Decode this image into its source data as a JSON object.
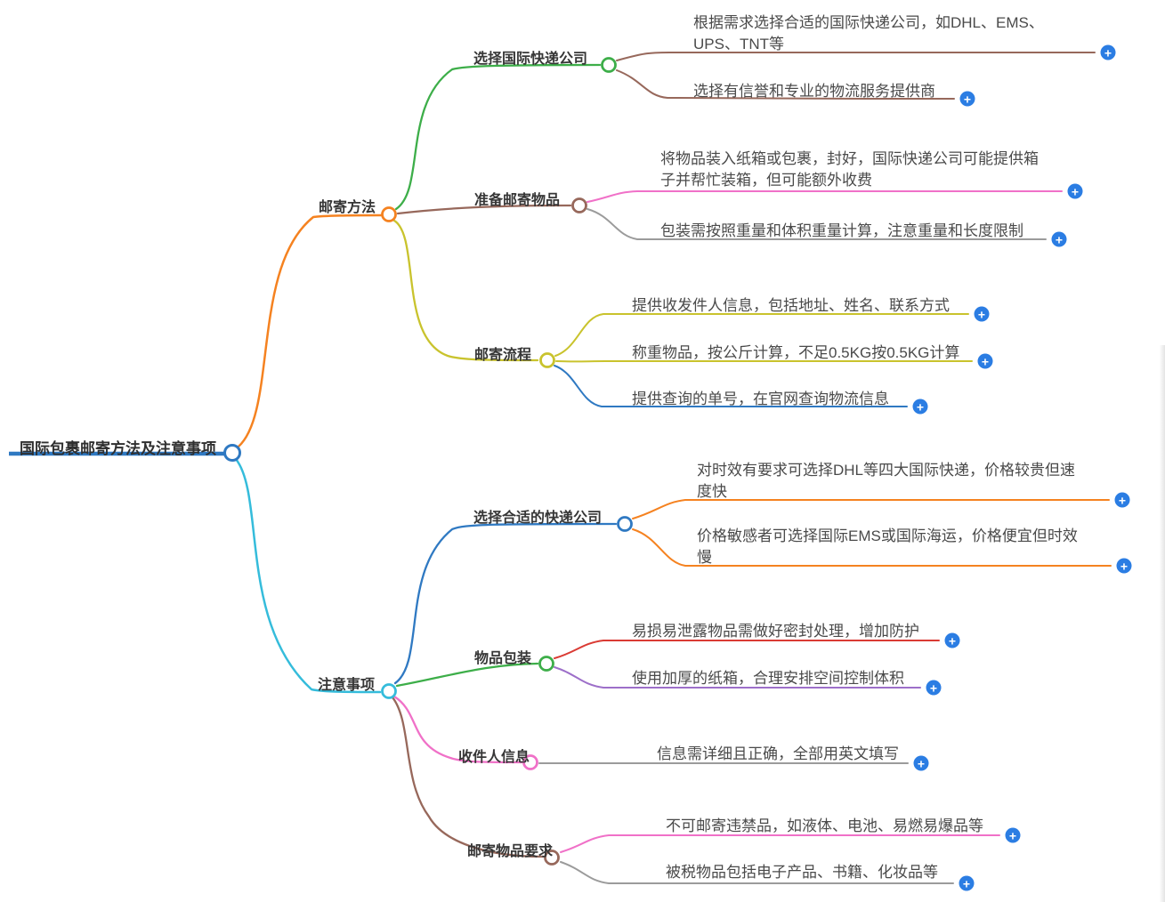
{
  "mindmap": {
    "root": {
      "label": "国际包裹邮寄方法及注意事项"
    },
    "branches": [
      {
        "label": "邮寄方法",
        "topics": [
          {
            "label": "选择国际快递公司",
            "leaves": [
              {
                "text": "根据需求选择合适的国际快递公司，如DHL、EMS、\nUPS、TNT等"
              },
              {
                "text": "选择有信誉和专业的物流服务提供商"
              }
            ]
          },
          {
            "label": "准备邮寄物品",
            "leaves": [
              {
                "text": "将物品装入纸箱或包裹，封好，国际快递公司可能提供箱\n子并帮忙装箱，但可能额外收费"
              },
              {
                "text": "包装需按照重量和体积重量计算，注意重量和长度限制"
              }
            ]
          },
          {
            "label": "邮寄流程",
            "leaves": [
              {
                "text": "提供收发件人信息，包括地址、姓名、联系方式"
              },
              {
                "text": "称重物品，按公斤计算，不足0.5KG按0.5KG计算"
              },
              {
                "text": "提供查询的单号，在官网查询物流信息"
              }
            ]
          }
        ]
      },
      {
        "label": "注意事项",
        "topics": [
          {
            "label": "选择合适的快递公司",
            "leaves": [
              {
                "text": "对时效有要求可选择DHL等四大国际快递，价格较贵但速\n度快"
              },
              {
                "text": "价格敏感者可选择国际EMS或国际海运，价格便宜但时效\n慢"
              }
            ]
          },
          {
            "label": "物品包装",
            "leaves": [
              {
                "text": "易损易泄露物品需做好密封处理，增加防护"
              },
              {
                "text": "使用加厚的纸箱，合理安排空间控制体积"
              }
            ]
          },
          {
            "label": "收件人信息",
            "leaves": [
              {
                "text": "信息需详细且正确，全部用英文填写"
              }
            ]
          },
          {
            "label": "邮寄物品要求",
            "leaves": [
              {
                "text": "不可邮寄违禁品，如液体、电池、易燃易爆品等"
              },
              {
                "text": "被税物品包括电子产品、书籍、化妆品等"
              }
            ]
          }
        ]
      }
    ]
  },
  "ui": {
    "plus_icon": "+"
  },
  "palette": {
    "root_line": "#2f79c2",
    "branch_mailing_methods": "#f58220",
    "branch_precautions": "#35bcdb",
    "topic_choose_international_courier": "#3dae49",
    "topic_prepare_items": "#97685b",
    "topic_mailing_process": "#c9c32d",
    "topic_choose_suitable_courier": "#2f79c2",
    "topic_item_packaging": "#3dae49",
    "topic_recipient_info": "#f071c8",
    "topic_item_requirements": "#97685b",
    "leaf_pink": "#f071c8",
    "leaf_gray": "#9b9b9b",
    "leaf_red": "#da3b34",
    "leaf_purple": "#9d6fc9",
    "leaf_orange": "#f58220",
    "leaf_olive": "#c9c32d",
    "leaf_blue": "#2f79c2",
    "leaf_brown": "#97685b",
    "plus_button": "#2b7de3"
  }
}
